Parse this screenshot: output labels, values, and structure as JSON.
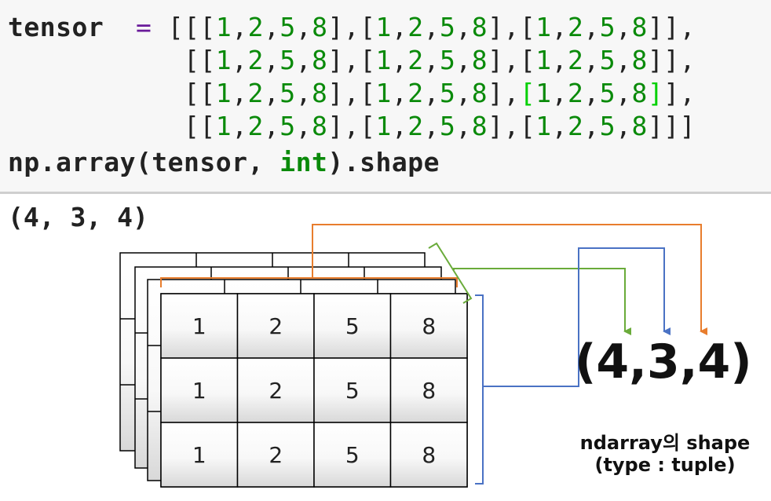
{
  "code": {
    "lines": [
      [
        {
          "t": "tensor  ",
          "c": "tok-name"
        },
        {
          "t": "=",
          "c": "tok-op"
        },
        {
          "t": " [[[",
          "c": "tok-br"
        },
        {
          "t": "1",
          "c": "tok-num"
        },
        {
          "t": ",",
          "c": "tok-br"
        },
        {
          "t": "2",
          "c": "tok-num"
        },
        {
          "t": ",",
          "c": "tok-br"
        },
        {
          "t": "5",
          "c": "tok-num"
        },
        {
          "t": ",",
          "c": "tok-br"
        },
        {
          "t": "8",
          "c": "tok-num"
        },
        {
          "t": "],[",
          "c": "tok-br"
        },
        {
          "t": "1",
          "c": "tok-num"
        },
        {
          "t": ",",
          "c": "tok-br"
        },
        {
          "t": "2",
          "c": "tok-num"
        },
        {
          "t": ",",
          "c": "tok-br"
        },
        {
          "t": "5",
          "c": "tok-num"
        },
        {
          "t": ",",
          "c": "tok-br"
        },
        {
          "t": "8",
          "c": "tok-num"
        },
        {
          "t": "],[",
          "c": "tok-br"
        },
        {
          "t": "1",
          "c": "tok-num"
        },
        {
          "t": ",",
          "c": "tok-br"
        },
        {
          "t": "2",
          "c": "tok-num"
        },
        {
          "t": ",",
          "c": "tok-br"
        },
        {
          "t": "5",
          "c": "tok-num"
        },
        {
          "t": ",",
          "c": "tok-br"
        },
        {
          "t": "8",
          "c": "tok-num"
        },
        {
          "t": "]],",
          "c": "tok-br"
        }
      ],
      [
        {
          "t": "           [[",
          "c": "tok-br"
        },
        {
          "t": "1",
          "c": "tok-num"
        },
        {
          "t": ",",
          "c": "tok-br"
        },
        {
          "t": "2",
          "c": "tok-num"
        },
        {
          "t": ",",
          "c": "tok-br"
        },
        {
          "t": "5",
          "c": "tok-num"
        },
        {
          "t": ",",
          "c": "tok-br"
        },
        {
          "t": "8",
          "c": "tok-num"
        },
        {
          "t": "],[",
          "c": "tok-br"
        },
        {
          "t": "1",
          "c": "tok-num"
        },
        {
          "t": ",",
          "c": "tok-br"
        },
        {
          "t": "2",
          "c": "tok-num"
        },
        {
          "t": ",",
          "c": "tok-br"
        },
        {
          "t": "5",
          "c": "tok-num"
        },
        {
          "t": ",",
          "c": "tok-br"
        },
        {
          "t": "8",
          "c": "tok-num"
        },
        {
          "t": "],[",
          "c": "tok-br"
        },
        {
          "t": "1",
          "c": "tok-num"
        },
        {
          "t": ",",
          "c": "tok-br"
        },
        {
          "t": "2",
          "c": "tok-num"
        },
        {
          "t": ",",
          "c": "tok-br"
        },
        {
          "t": "5",
          "c": "tok-num"
        },
        {
          "t": ",",
          "c": "tok-br"
        },
        {
          "t": "8",
          "c": "tok-num"
        },
        {
          "t": "]],",
          "c": "tok-br"
        }
      ],
      [
        {
          "t": "           [[",
          "c": "tok-br"
        },
        {
          "t": "1",
          "c": "tok-num"
        },
        {
          "t": ",",
          "c": "tok-br"
        },
        {
          "t": "2",
          "c": "tok-num"
        },
        {
          "t": ",",
          "c": "tok-br"
        },
        {
          "t": "5",
          "c": "tok-num"
        },
        {
          "t": ",",
          "c": "tok-br"
        },
        {
          "t": "8",
          "c": "tok-num"
        },
        {
          "t": "],[",
          "c": "tok-br"
        },
        {
          "t": "1",
          "c": "tok-num"
        },
        {
          "t": ",",
          "c": "tok-br"
        },
        {
          "t": "2",
          "c": "tok-num"
        },
        {
          "t": ",",
          "c": "tok-br"
        },
        {
          "t": "5",
          "c": "tok-num"
        },
        {
          "t": ",",
          "c": "tok-br"
        },
        {
          "t": "8",
          "c": "tok-num"
        },
        {
          "t": "],",
          "c": "tok-br"
        },
        {
          "t": "[",
          "c": "tok-hl"
        },
        {
          "t": "1",
          "c": "tok-num"
        },
        {
          "t": ",",
          "c": "tok-br"
        },
        {
          "t": "2",
          "c": "tok-num"
        },
        {
          "t": ",",
          "c": "tok-br"
        },
        {
          "t": "5",
          "c": "tok-num"
        },
        {
          "t": ",",
          "c": "tok-br"
        },
        {
          "t": "8",
          "c": "tok-num"
        },
        {
          "t": "]",
          "c": "tok-hl"
        },
        {
          "t": "],",
          "c": "tok-br"
        }
      ],
      [
        {
          "t": "           [[",
          "c": "tok-br"
        },
        {
          "t": "1",
          "c": "tok-num"
        },
        {
          "t": ",",
          "c": "tok-br"
        },
        {
          "t": "2",
          "c": "tok-num"
        },
        {
          "t": ",",
          "c": "tok-br"
        },
        {
          "t": "5",
          "c": "tok-num"
        },
        {
          "t": ",",
          "c": "tok-br"
        },
        {
          "t": "8",
          "c": "tok-num"
        },
        {
          "t": "],[",
          "c": "tok-br"
        },
        {
          "t": "1",
          "c": "tok-num"
        },
        {
          "t": ",",
          "c": "tok-br"
        },
        {
          "t": "2",
          "c": "tok-num"
        },
        {
          "t": ",",
          "c": "tok-br"
        },
        {
          "t": "5",
          "c": "tok-num"
        },
        {
          "t": ",",
          "c": "tok-br"
        },
        {
          "t": "8",
          "c": "tok-num"
        },
        {
          "t": "],[",
          "c": "tok-br"
        },
        {
          "t": "1",
          "c": "tok-num"
        },
        {
          "t": ",",
          "c": "tok-br"
        },
        {
          "t": "2",
          "c": "tok-num"
        },
        {
          "t": ",",
          "c": "tok-br"
        },
        {
          "t": "5",
          "c": "tok-num"
        },
        {
          "t": ",",
          "c": "tok-br"
        },
        {
          "t": "8",
          "c": "tok-num"
        },
        {
          "t": "]]]",
          "c": "tok-br"
        }
      ],
      [
        {
          "t": "np.array(tensor, ",
          "c": "tok-name"
        },
        {
          "t": "int",
          "c": "tok-kw"
        },
        {
          "t": ").shape",
          "c": "tok-name"
        }
      ]
    ]
  },
  "output": "(4, 3, 4)",
  "grid": {
    "rows": [
      [
        "1",
        "2",
        "5",
        "8"
      ],
      [
        "1",
        "2",
        "5",
        "8"
      ],
      [
        "1",
        "2",
        "5",
        "8"
      ]
    ]
  },
  "shape_label": "(4,3,4)",
  "caption": {
    "line1": "ndarray의 shape",
    "line2": "(type : tuple)"
  },
  "colors": {
    "orange": "#e87d2d",
    "blue": "#4a72c4",
    "green": "#6aab3a"
  }
}
